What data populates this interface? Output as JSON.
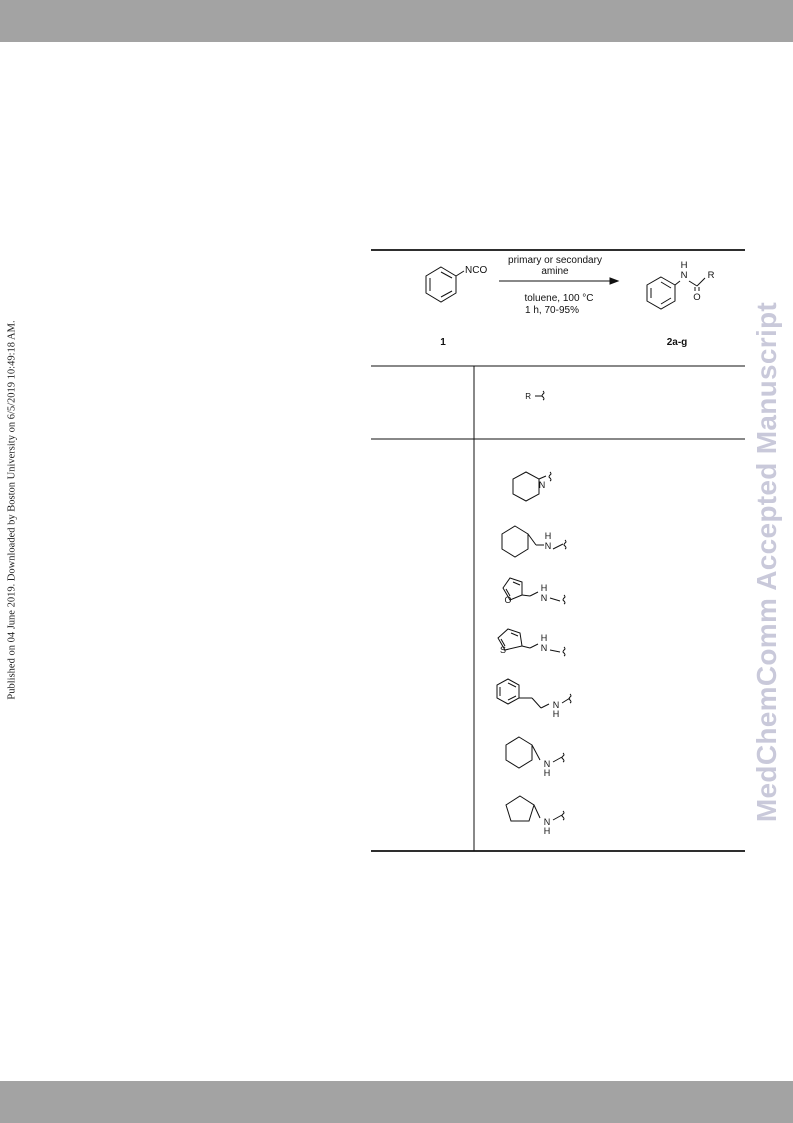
{
  "side_note": "Published on 04 June 2019. Downloaded by Boston University on 6/5/2019 10:49:18 AM.",
  "watermark": "MedChemComm Accepted Manuscript",
  "scheme": {
    "reactant_label": "NCO",
    "reagent_line1": "primary or secondary",
    "reagent_line2": "amine",
    "condition_line1": "toluene, 100 °C",
    "condition_line2": "1 h, 70-95%",
    "product_nh": "H",
    "product_n": "N",
    "product_r": "R",
    "product_o": "O",
    "compound_1": "1",
    "compound_2": "2a-g"
  },
  "table": {
    "header_r": "R",
    "rows": [
      {
        "group": "piperidine",
        "labels": [
          "N"
        ]
      },
      {
        "group": "cyclohexylmethylamine",
        "labels": [
          "H",
          "N"
        ]
      },
      {
        "group": "furfurylamine",
        "labels": [
          "O",
          "H",
          "N"
        ]
      },
      {
        "group": "thenylamine",
        "labels": [
          "S",
          "H",
          "N"
        ]
      },
      {
        "group": "phenethylamine",
        "labels": [
          "N",
          "H"
        ]
      },
      {
        "group": "cyclohexylamine",
        "labels": [
          "N",
          "H"
        ]
      },
      {
        "group": "cyclopentylamine",
        "labels": [
          "N",
          "H"
        ]
      }
    ]
  }
}
